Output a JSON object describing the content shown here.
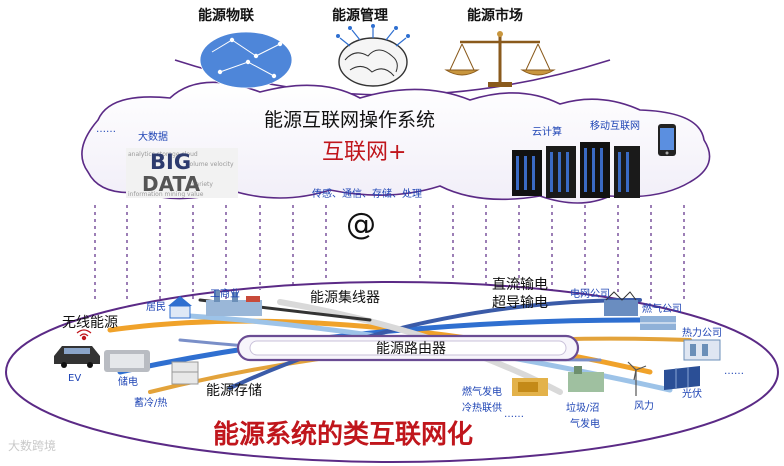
{
  "top_labels": {
    "iot": "能源物联",
    "management": "能源管理",
    "market": "能源市场"
  },
  "cloud": {
    "title": "能源互联网操作系统",
    "internet_plus": "互联网+",
    "dots_left": "……",
    "dots_mid": "……",
    "big_data": "大数据",
    "big_data_art": {
      "line1": "BIG",
      "line2": "DATA"
    },
    "cloud_computing": "云计算",
    "mobile_internet": "移动互联网",
    "functions": "传感、通信、存储、处理",
    "at_symbol": "@"
  },
  "ring": {
    "hub": "能源集线器",
    "dc": "直流输电",
    "superconduct": "超导输电",
    "router": "能源路由器",
    "wireless": "无线能源",
    "resident": "居民",
    "industry": "工商业",
    "grid_company": "电网公司",
    "gas_company": "燃气公司",
    "heat_company": "热力公司",
    "ev": "EV",
    "power_storage": "储电",
    "cold_heat_storage": "蓄冷/热",
    "energy_storage": "能源存储",
    "gas_power": "燃气发电",
    "cchp": "冷热联供",
    "waste": "垃圾/沼",
    "biogas": "气发电",
    "wind": "风力",
    "pv": "光伏",
    "dots_right": "……"
  },
  "footer": {
    "title": "能源系统的类互联网化",
    "watermark": "大数跨境"
  },
  "colors": {
    "accent_red": "#c0161c",
    "blue_text": "#1f45b5",
    "ring_purple": "#5b2a86"
  }
}
